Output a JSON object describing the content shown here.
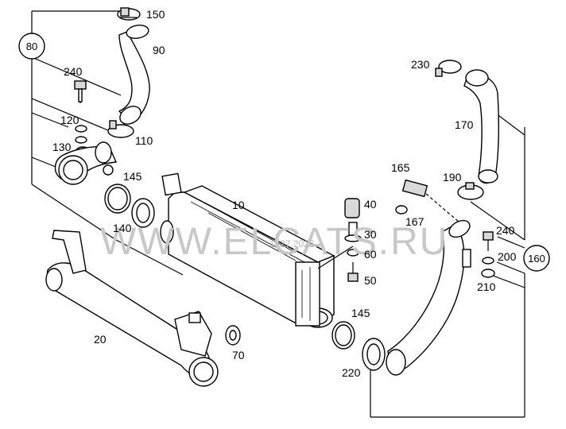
{
  "watermark": {
    "text": "WWW.ELCATS.RU",
    "stamp": "© 27.2026"
  },
  "callouts": {
    "left": "80",
    "right": "160"
  },
  "labels": {
    "p10": "10",
    "p20": "20",
    "p30": "30",
    "p40": "40",
    "p50": "50",
    "p60": "60",
    "p70": "70",
    "p90": "90",
    "p110": "110",
    "p120": "120",
    "p130": "130",
    "p140": "140",
    "p145a": "145",
    "p145b": "145",
    "p150": "150",
    "p165": "165",
    "p167": "167",
    "p170": "170",
    "p190": "190",
    "p200": "200",
    "p210": "210",
    "p220": "220",
    "p230": "230",
    "p240a": "240",
    "p240b": "240"
  }
}
